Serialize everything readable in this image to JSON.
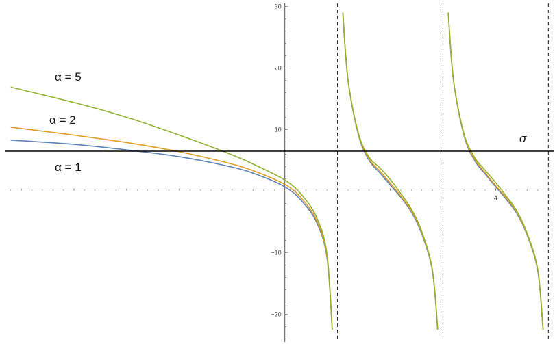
{
  "chart_data": {
    "type": "line",
    "title": "",
    "xlabel": "",
    "ylabel": "",
    "xlim": [
      -5.3,
      5.1
    ],
    "ylim": [
      -24.5,
      30.5
    ],
    "y_ticks": [
      -20,
      -10,
      10,
      20,
      30
    ],
    "y_tick_labels": [
      "−20",
      "−10",
      "10",
      "20",
      "30"
    ],
    "x_tick_labels_shown": [
      {
        "x": 4,
        "label": "4"
      }
    ],
    "grid": false,
    "asymptotes": [
      1.0,
      3.0,
      5.0
    ],
    "horizontal_line": {
      "label": "σ",
      "y": 6.5,
      "color": "#000000"
    },
    "series": [
      {
        "label": "α = 1",
        "color": "#5e81b5",
        "segments": [
          {
            "x": [
              -5.2,
              -4,
              -3,
              -2,
              -1,
              -0.5,
              0,
              0.3,
              0.6,
              0.8,
              0.9
            ],
            "y": [
              8.3,
              7.6,
              6.7,
              5.6,
              3.9,
              2.6,
              0.7,
              -1.4,
              -5.0,
              -10.8,
              -22.5
            ]
          },
          {
            "x": [
              1.1,
              1.2,
              1.4,
              1.6,
              1.8,
              2.0,
              2.2,
              2.4,
              2.6,
              2.8,
              2.9
            ],
            "y": [
              29.0,
              18.0,
              9.0,
              5.0,
              3.0,
              1.0,
              -1.0,
              -3.4,
              -7.0,
              -13.0,
              -22.5
            ]
          },
          {
            "x": [
              3.1,
              3.2,
              3.4,
              3.6,
              3.8,
              4.0,
              4.2,
              4.4,
              4.6,
              4.8,
              4.9
            ],
            "y": [
              29.0,
              18.0,
              9.0,
              5.0,
              2.8,
              0.7,
              -1.3,
              -3.6,
              -7.2,
              -13.0,
              -22.5
            ]
          }
        ]
      },
      {
        "label": "α = 2",
        "color": "#e19c24",
        "segments": [
          {
            "x": [
              -5.2,
              -4,
              -3,
              -2,
              -1,
              -0.5,
              0,
              0.3,
              0.6,
              0.8,
              0.9
            ],
            "y": [
              10.4,
              9.1,
              7.9,
              6.4,
              4.4,
              3.0,
              1.1,
              -1.0,
              -4.7,
              -10.6,
              -22.5
            ]
          },
          {
            "x": [
              1.1,
              1.2,
              1.4,
              1.6,
              1.8,
              2.0,
              2.2,
              2.4,
              2.6,
              2.8,
              2.9
            ],
            "y": [
              29.0,
              18.0,
              9.1,
              5.2,
              3.3,
              1.3,
              -0.8,
              -3.2,
              -6.8,
              -12.9,
              -22.5
            ]
          },
          {
            "x": [
              3.1,
              3.2,
              3.4,
              3.6,
              3.8,
              4.0,
              4.2,
              4.4,
              4.6,
              4.8,
              4.9
            ],
            "y": [
              29.0,
              18.0,
              9.1,
              5.2,
              3.0,
              0.9,
              -1.1,
              -3.4,
              -7.1,
              -12.9,
              -22.5
            ]
          }
        ]
      },
      {
        "label": "α = 5",
        "color": "#8fb032",
        "segments": [
          {
            "x": [
              -5.2,
              -4,
              -3,
              -2,
              -1,
              -0.5,
              0,
              0.3,
              0.6,
              0.8,
              0.9
            ],
            "y": [
              16.9,
              14.4,
              12.0,
              9.1,
              5.9,
              4.0,
              1.8,
              -0.4,
              -4.2,
              -10.2,
              -22.5
            ]
          },
          {
            "x": [
              1.1,
              1.2,
              1.4,
              1.6,
              1.8,
              2.0,
              2.2,
              2.4,
              2.6,
              2.8,
              2.9
            ],
            "y": [
              29.0,
              18.0,
              9.3,
              5.5,
              3.8,
              1.9,
              -0.4,
              -2.9,
              -6.6,
              -12.8,
              -22.5
            ]
          },
          {
            "x": [
              3.1,
              3.2,
              3.4,
              3.6,
              3.8,
              4.0,
              4.2,
              4.4,
              4.6,
              4.8,
              4.9
            ],
            "y": [
              29.0,
              18.0,
              9.3,
              5.5,
              3.4,
              1.4,
              -0.8,
              -3.2,
              -6.9,
              -12.8,
              -22.5
            ]
          }
        ]
      }
    ]
  }
}
